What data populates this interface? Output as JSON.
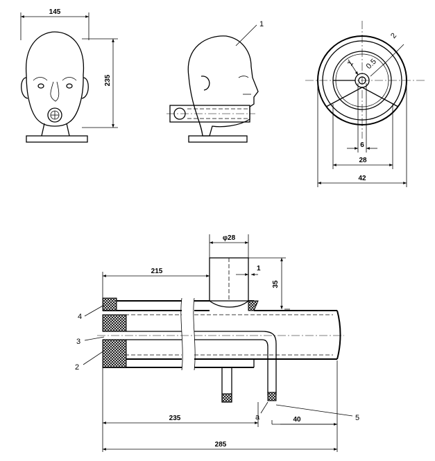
{
  "front_view": {
    "width_dim": "145",
    "height_dim": "235"
  },
  "side_view": {
    "callout_1": "1"
  },
  "top_view": {
    "callout_1": "1",
    "callout_2": "2",
    "dim_0_5": "0.5",
    "dim_6": "6",
    "dim_28": "28",
    "dim_42": "42"
  },
  "section_view": {
    "dim_phi28": "φ28",
    "dim_1": "1",
    "dim_35": "35",
    "dim_215": "215",
    "dim_235": "235",
    "dim_40": "40",
    "dim_285": "285",
    "label_4": "4",
    "label_3": "3",
    "label_2": "2",
    "label_a": "a",
    "label_5": "5"
  }
}
